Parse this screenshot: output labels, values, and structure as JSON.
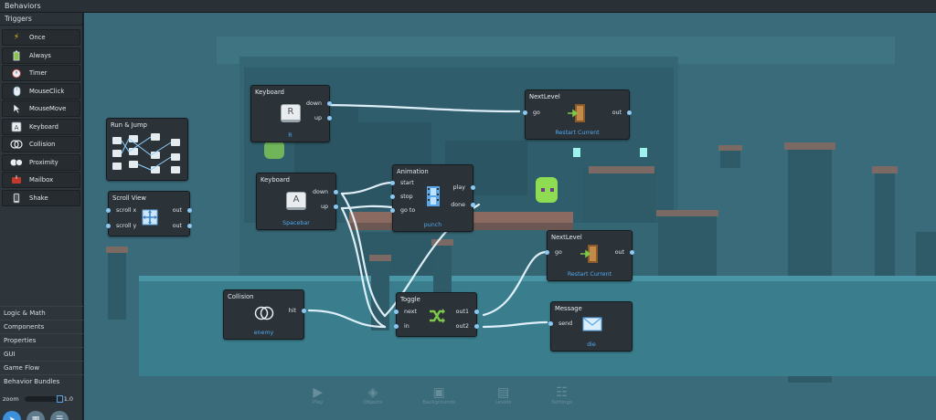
{
  "window": {
    "title": "Behaviors"
  },
  "sidebar": {
    "section": "Triggers",
    "triggers": [
      {
        "label": "Once",
        "icon": "lightning-icon"
      },
      {
        "label": "Always",
        "icon": "battery-icon"
      },
      {
        "label": "Timer",
        "icon": "alarm-clock-icon"
      },
      {
        "label": "MouseClick",
        "icon": "mouse-icon"
      },
      {
        "label": "MouseMove",
        "icon": "cursor-icon"
      },
      {
        "label": "Keyboard",
        "icon": "key-icon"
      },
      {
        "label": "Collision",
        "icon": "collision-icon"
      },
      {
        "label": "Proximity",
        "icon": "proximity-icon"
      },
      {
        "label": "Mailbox",
        "icon": "mailbox-icon"
      },
      {
        "label": "Shake",
        "icon": "shake-icon"
      }
    ],
    "categories": [
      "Logic & Math",
      "Components",
      "Properties",
      "GUI",
      "Game Flow",
      "Behavior Bundles"
    ],
    "zoom": {
      "label": "zoom",
      "value": "1.0"
    }
  },
  "nodes": {
    "keyboard_r": {
      "title": "Keyboard",
      "key": "R",
      "subtitle": "R",
      "out1": "down",
      "out2": "up"
    },
    "nextlevel_1": {
      "title": "NextLevel",
      "in": "go",
      "out": "out",
      "subtitle": "Restart Current"
    },
    "run_jump": {
      "title": "Run & Jump"
    },
    "keyboard_space": {
      "title": "Keyboard",
      "key": "A",
      "subtitle": "Spacebar",
      "out1": "down",
      "out2": "up"
    },
    "animation": {
      "title": "Animation",
      "in1": "start",
      "in2": "stop",
      "in3": "go to",
      "out1": "play",
      "out2": "done",
      "subtitle": "punch"
    },
    "scroll_view": {
      "title": "Scroll View",
      "in1": "scroll x",
      "in2": "scroll y",
      "out1": "out",
      "out2": "out"
    },
    "nextlevel_2": {
      "title": "NextLevel",
      "in": "go",
      "out": "out",
      "subtitle": "Restart Current"
    },
    "collision": {
      "title": "Collision",
      "out": "hit",
      "subtitle": "enemy"
    },
    "toggle": {
      "title": "Toggle",
      "in1": "next",
      "in2": "in",
      "out1": "out1",
      "out2": "out2"
    },
    "message": {
      "title": "Message",
      "in": "send",
      "subtitle": "die"
    }
  },
  "bottom_toolbar": [
    "Play",
    "Objects",
    "Backgrounds",
    "Levels",
    "Settings"
  ],
  "colors": {
    "canvas": "#3a6b7a",
    "node": "#2b3238",
    "accent": "#4fa8ef",
    "wire": "#e6f4ff"
  }
}
